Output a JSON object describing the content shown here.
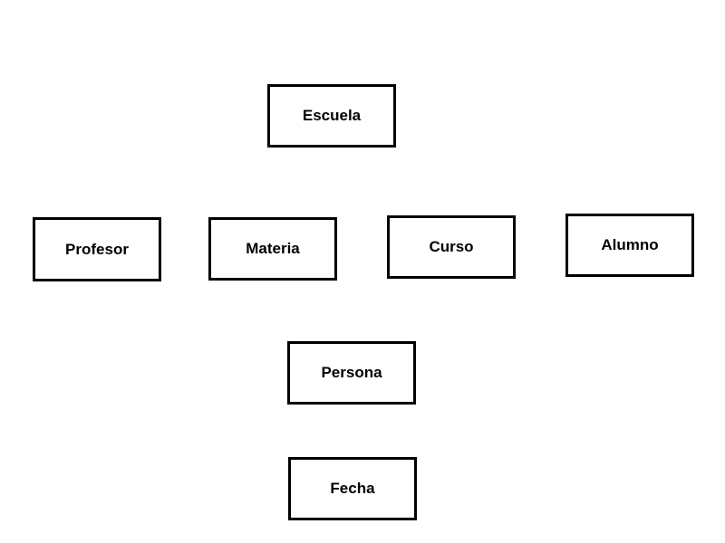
{
  "diagram": {
    "nodes": {
      "escuela": "Escuela",
      "profesor": "Profesor",
      "materia": "Materia",
      "curso": "Curso",
      "alumno": "Alumno",
      "persona": "Persona",
      "fecha": "Fecha"
    },
    "colors": {
      "border": "#000000",
      "background": "#ffffff",
      "text": "#000000"
    }
  }
}
